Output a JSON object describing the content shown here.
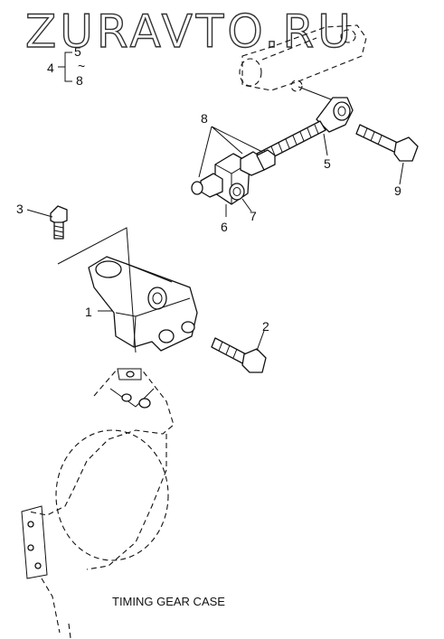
{
  "watermark": "ZURAVTO.RU",
  "caption": "TIMING GEAR CASE",
  "legend": {
    "group": "4",
    "top": "5",
    "sep": "~",
    "bottom": "8"
  },
  "callouts": [
    {
      "id": "part-1-label",
      "text": "1"
    },
    {
      "id": "part-2-label",
      "text": "2"
    },
    {
      "id": "part-3-label",
      "text": "3"
    },
    {
      "id": "part-5-label",
      "text": "5"
    },
    {
      "id": "part-6-label",
      "text": "6"
    },
    {
      "id": "part-7-label",
      "text": "7"
    },
    {
      "id": "part-8-label",
      "text": "8"
    },
    {
      "id": "part-9-label",
      "text": "9"
    }
  ]
}
